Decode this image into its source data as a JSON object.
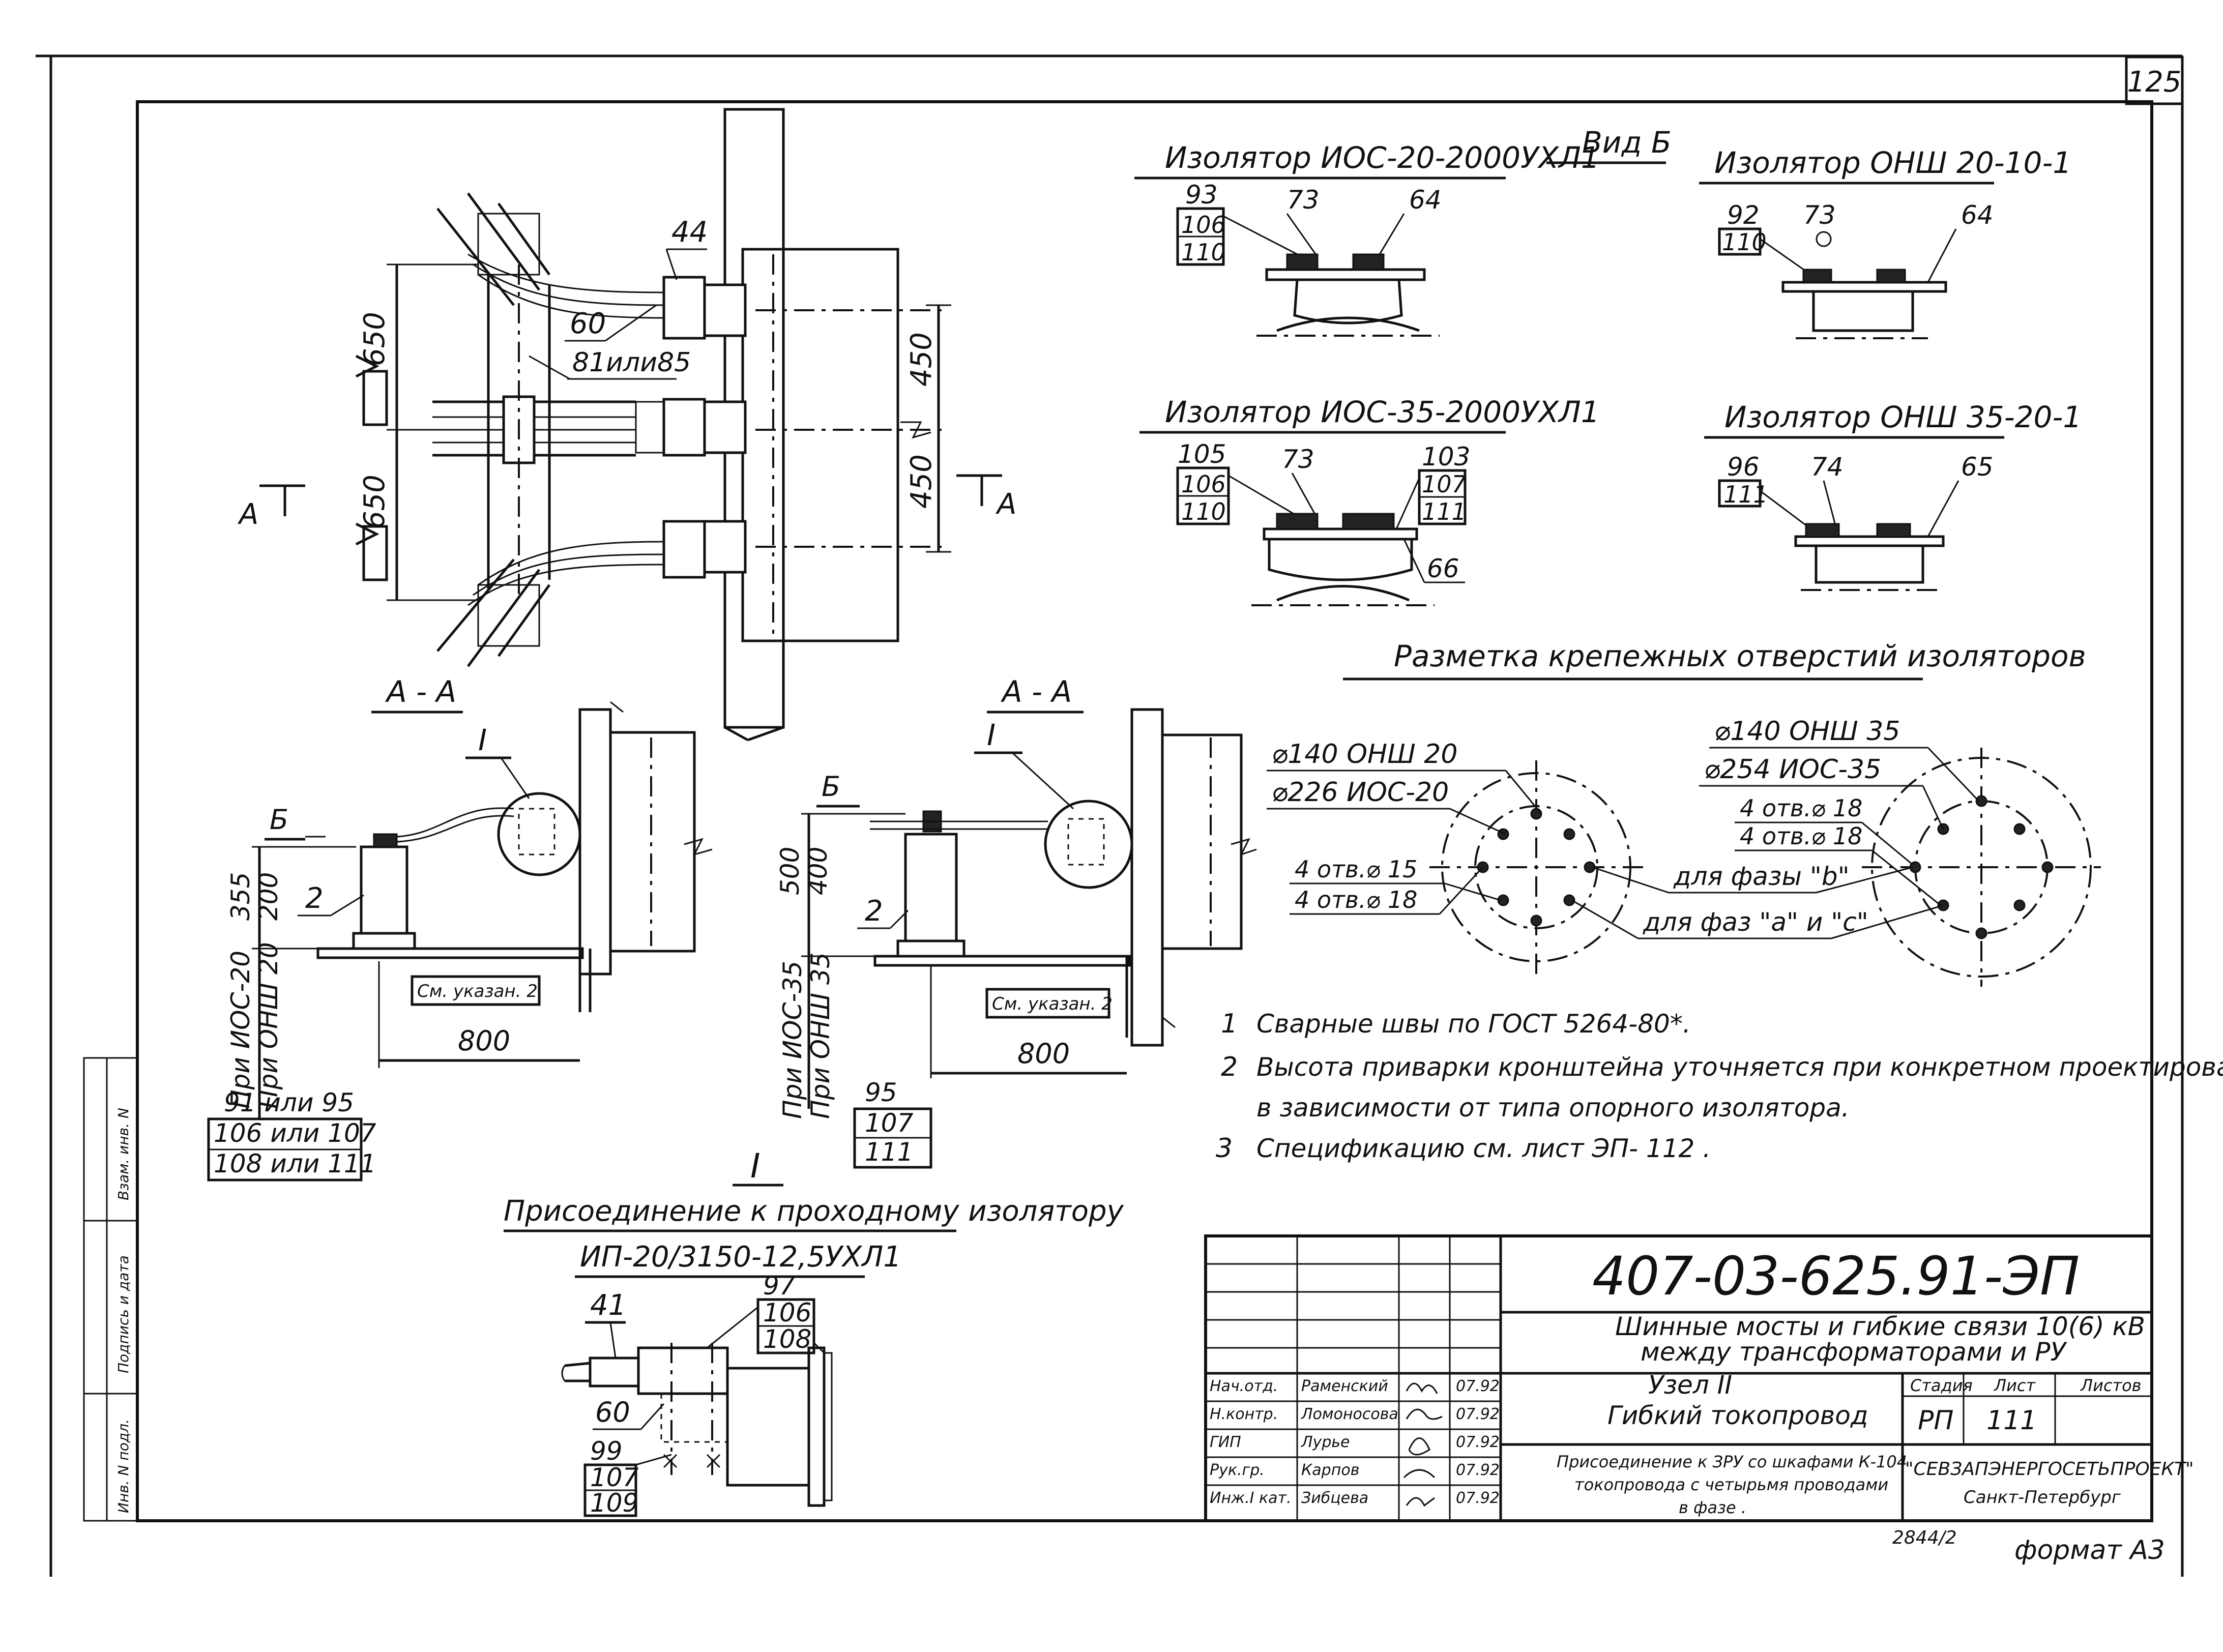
{
  "sheet": {
    "page_number": "125",
    "format": "формат А3",
    "archive": "2844/2"
  },
  "left_strip": {
    "vzam": "Взам. инв. N",
    "podp": "Подпись и дата",
    "inv": "Инв. N подл."
  },
  "plan": {
    "dims": {
      "d650a": "650",
      "d650b": "650",
      "d450a": "450",
      "d450b": "450"
    },
    "section_mark_left": "А",
    "section_mark_right": "А",
    "callouts": {
      "c44": "44",
      "c60": "60",
      "c81": "81или85"
    }
  },
  "view_b": {
    "title": "Вид Б"
  },
  "insulators": {
    "ios20": {
      "title": "Изолятор ИОС-20-2000УХЛ1",
      "l1": "93",
      "l2": "106",
      "l3": "110",
      "c73": "73",
      "c64": "64"
    },
    "onsh20": {
      "title": "Изолятор ОНШ 20-10-1",
      "l1": "92",
      "l2": "110",
      "c73": "73",
      "c64": "64"
    },
    "ios35": {
      "title": "Изолятор ИОС-35-2000УХЛ1",
      "l1": "105",
      "l2": "106",
      "l3": "110",
      "c73": "73",
      "r1": "103",
      "r2": "107",
      "r3": "111",
      "c66": "66"
    },
    "onsh35": {
      "title": "Изолятор ОНШ 35-20-1",
      "l1": "96",
      "l2": "111",
      "c74": "74",
      "c65": "65"
    }
  },
  "marking": {
    "title": "Разметка крепежных отверстий изоляторов",
    "left": {
      "d140": "⌀140  ОНШ 20",
      "d226": "⌀226  ИОС-20",
      "h15": "4 отв.⌀ 15",
      "h18": "4 отв.⌀ 18"
    },
    "right": {
      "d140": "⌀140  ОНШ 35",
      "d254": "⌀254  ИОС-35",
      "h18a": "4 отв.⌀ 18",
      "h18b": "4 отв.⌀ 18"
    },
    "phase_b": "для фазы \"b\"",
    "phase_ac": "для фаз \"a\" и \"c\""
  },
  "section_left": {
    "title": "А - А",
    "b_mark": "Б",
    "roman": "I",
    "c2": "2",
    "dim355": "355",
    "dim200": "200",
    "dim800": "800",
    "note": "См. указан. 2",
    "v_ios": "При ИОС-20",
    "v_onsh": "При ОНШ 20",
    "stack": [
      "91 или 95",
      "106 или 107",
      "108 или 111"
    ]
  },
  "section_right": {
    "title": "А - А",
    "b_mark": "Б",
    "roman": "I",
    "c2": "2",
    "dim500": "500",
    "dim400": "400",
    "dim800": "800",
    "note": "См. указан. 2",
    "v_ios": "При ИОС-35",
    "v_onsh": "При ОНШ 35",
    "stack": [
      "95",
      "107",
      "111"
    ]
  },
  "detail": {
    "roman": "I",
    "title1": "Присоединение к проходному изолятору",
    "title2": "ИП-20/3150-12,5УХЛ1",
    "c41": "41",
    "c60": "60",
    "right_stack": [
      "97",
      "106",
      "108"
    ],
    "bottom_stack": [
      "99",
      "107",
      "109"
    ]
  },
  "notes": [
    {
      "n": "1",
      "text": "Сварные швы по ГОСТ 5264-80*."
    },
    {
      "n": "2",
      "text": "Высота приварки кронштейна уточняется при конкретном проектировании ,"
    },
    {
      "n": "",
      "text": "в зависимости от типа опорного изолятора."
    },
    {
      "n": "3",
      "text": "Спецификацию см. лист ЭП- 112 ."
    }
  ],
  "title_block": {
    "code": "407-03-625.91-ЭП",
    "name1": "Шинные мосты и гибкие связи 10(6) кВ",
    "name2": "между трансформаторами и РУ",
    "node": "Узел II",
    "node_name": "Гибкий токопровод",
    "desc1": "Присоединение к ЗРУ со шкафами К-104",
    "desc2": "токопровода с четырьмя проводами",
    "desc3": "в фазе .",
    "stage_h": "Стадия",
    "sheet_h": "Лист",
    "sheets_h": "Листов",
    "stage": "РП",
    "sheet": "111",
    "org1": "\"СЕВЗАПЭНЕРГОСЕТЬПРОЕКТ\"",
    "org2": "Санкт-Петербург",
    "staff": [
      {
        "role": "Нач.отд.",
        "name": "Раменский",
        "date": "07.92"
      },
      {
        "role": "Н.контр.",
        "name": "Ломоносова",
        "date": "07.92"
      },
      {
        "role": "ГИП",
        "name": "Лурье",
        "date": "07.92"
      },
      {
        "role": "Рук.гр.",
        "name": "Карпов",
        "date": "07.92"
      },
      {
        "role": "Инж.I кат.",
        "name": "Зибцева",
        "date": "07.92"
      }
    ]
  }
}
